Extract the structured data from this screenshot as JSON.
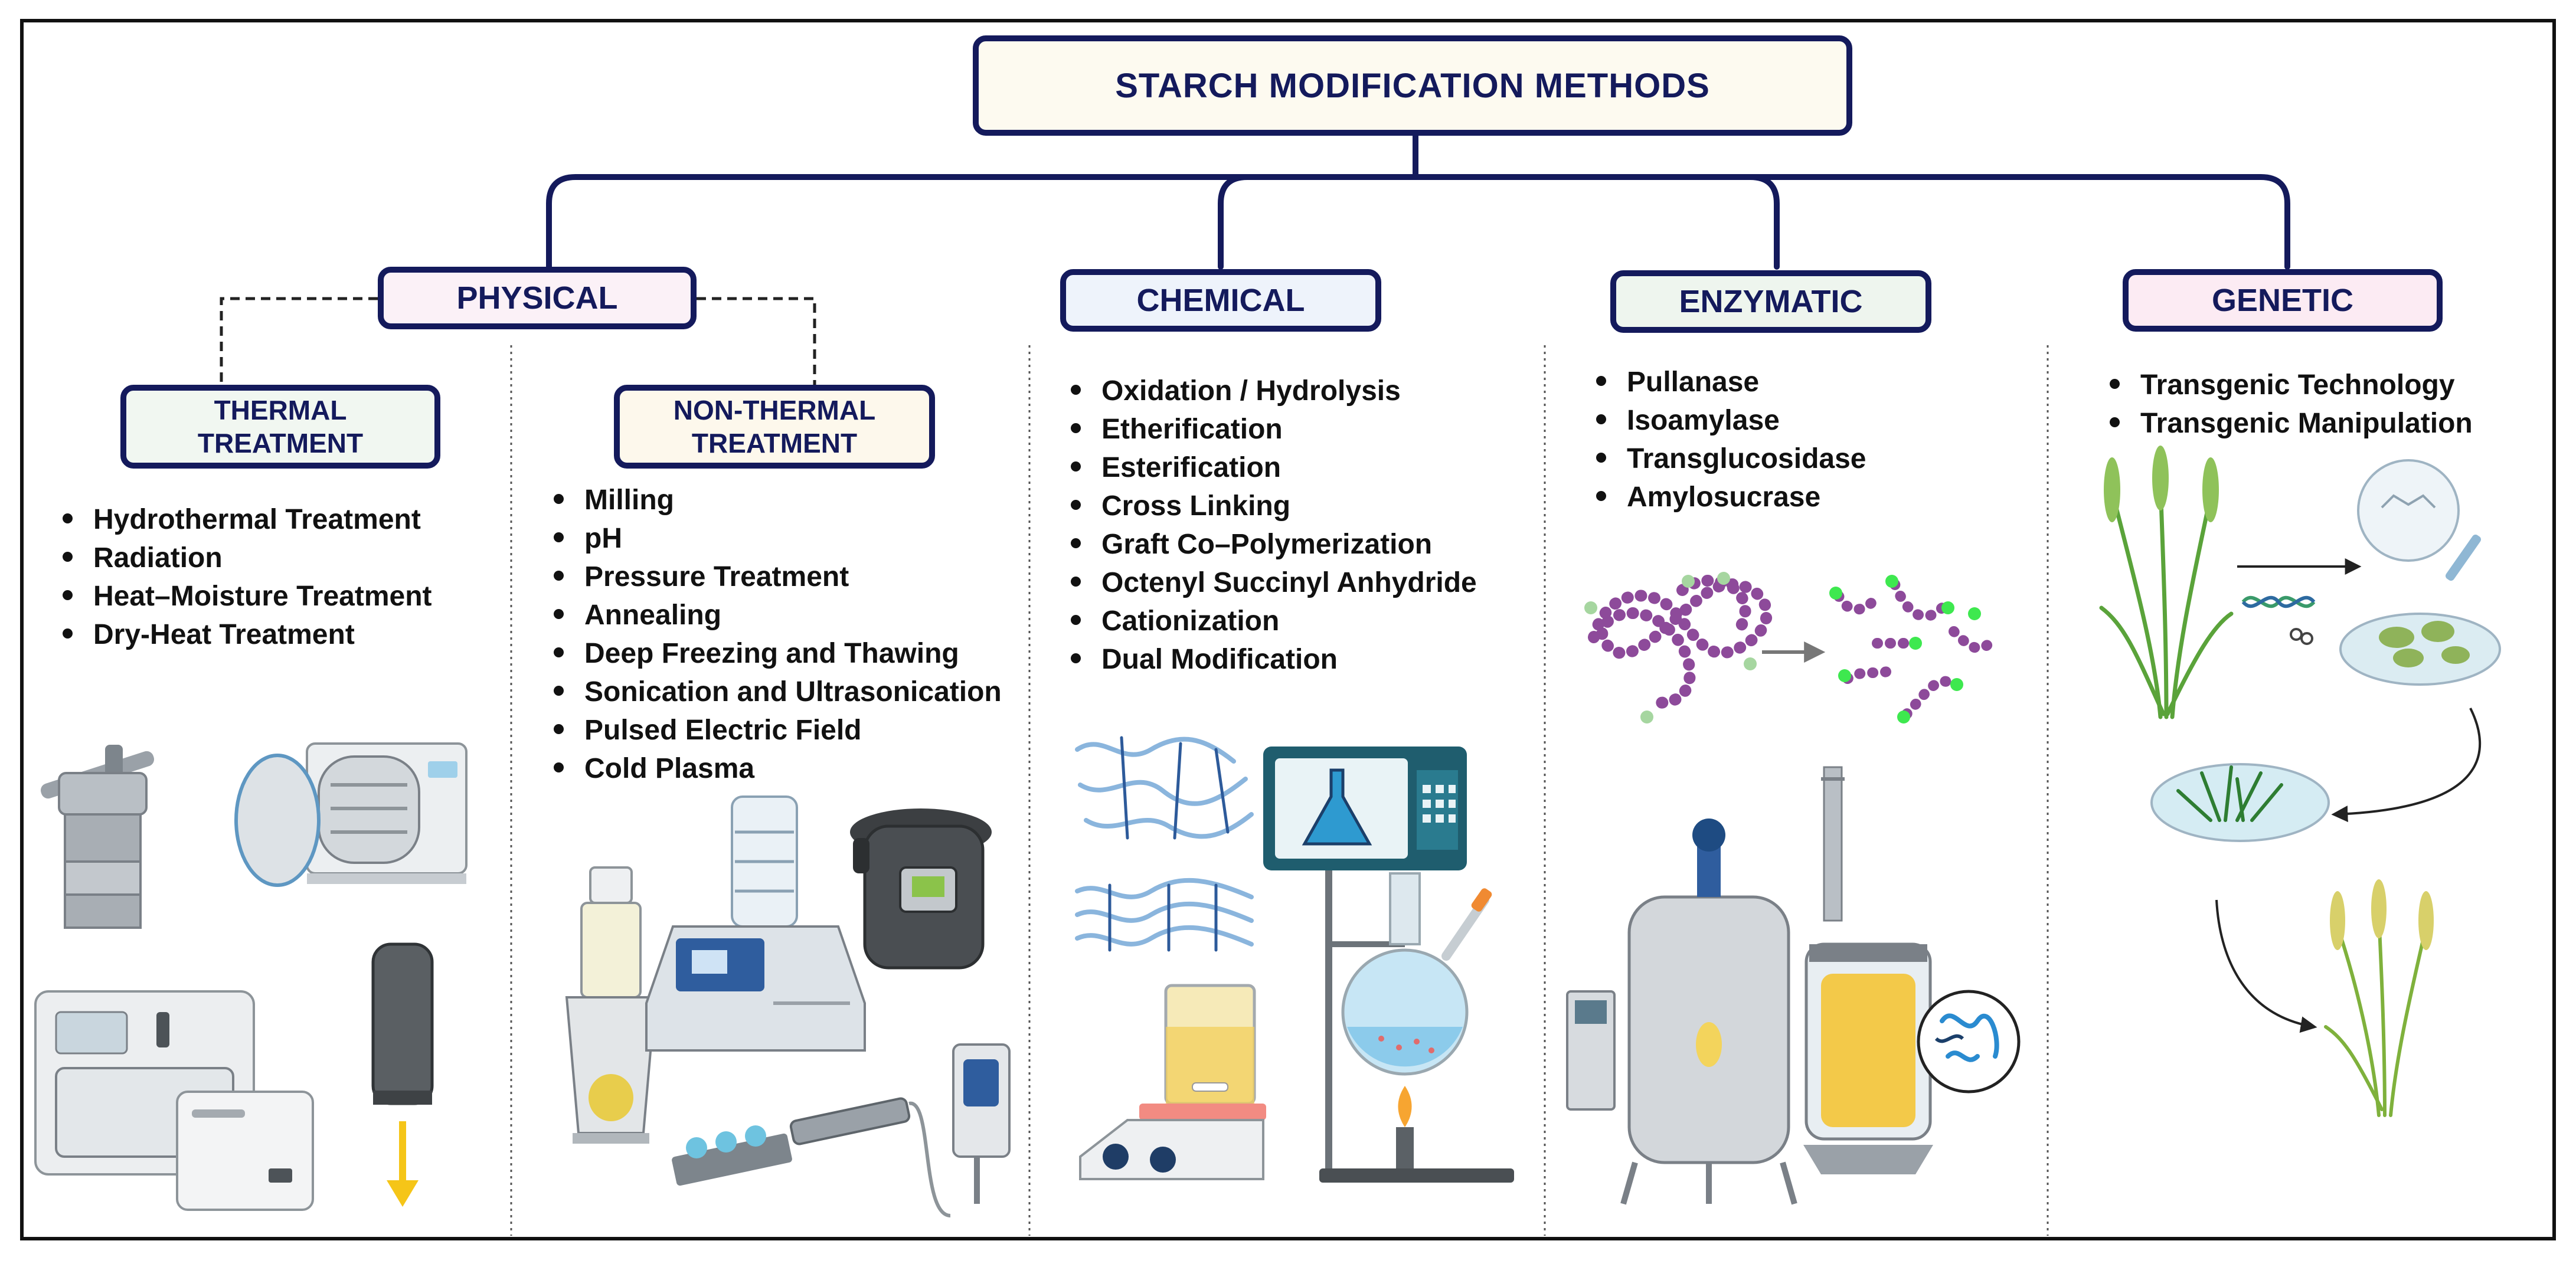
{
  "title": "STARCH MODIFICATION METHODS",
  "colors": {
    "navy": "#141a5c",
    "physical_fill": "#fbf1f7",
    "chemical_fill": "#eef3fb",
    "enzymatic_fill": "#eef5ee",
    "genetic_fill": "#fcebf3",
    "amylose_purple": "#8d4a9a",
    "branch_green": "#3ee84f",
    "wheat_green": "#5aa33a"
  },
  "categories": {
    "physical": {
      "label": "PHYSICAL",
      "thermal": {
        "label": "THERMAL TREATMENT",
        "items": [
          "Hydrothermal Treatment",
          "Radiation",
          "Heat–Moisture Treatment",
          "Dry-Heat Treatment"
        ]
      },
      "non_thermal": {
        "label": "NON-THERMAL TREATMENT",
        "items": [
          "Milling",
          "pH",
          "Pressure Treatment",
          "Annealing",
          "Deep Freezing and Thawing",
          "Sonication and Ultrasonication",
          "Pulsed Electric Field",
          "Cold Plasma"
        ]
      }
    },
    "chemical": {
      "label": "CHEMICAL",
      "items": [
        "Oxidation / Hydrolysis",
        "Etherification",
        "Esterification",
        "Cross Linking",
        "Graft Co–Polymerization",
        "Octenyl Succinyl Anhydride",
        "Cationization",
        "Dual Modification"
      ]
    },
    "enzymatic": {
      "label": "ENZYMATIC",
      "items": [
        "Pullanase",
        "Isoamylase",
        "Transglucosidase",
        "Amylosucrase"
      ]
    },
    "genetic": {
      "label": "GENETIC",
      "items": [
        "Transgenic Technology",
        "Transgenic Manipulation"
      ]
    }
  },
  "illustrations": [
    "pressure-vessel-icon",
    "autoclave-icon",
    "microwave-reactor-icon",
    "irradiation-lamp-icon",
    "homogenizer-icon",
    "freeze-dryer-icon",
    "pressure-cooker-icon",
    "ultrasonic-probe-icon",
    "crosslinked-polymer-icon",
    "microwave-synthesis-icon",
    "hot-plate-stirrer-icon",
    "round-flask-burner-icon",
    "amylose-chain-icon",
    "debranched-chain-icon",
    "industrial-bioreactor-icon",
    "glass-bioreactor-icon",
    "enzyme-icon",
    "wheat-plant-icon",
    "dna-scissors-icon",
    "petri-dish-callus-icon",
    "petri-dish-seedling-icon",
    "transgenic-wheat-icon"
  ]
}
